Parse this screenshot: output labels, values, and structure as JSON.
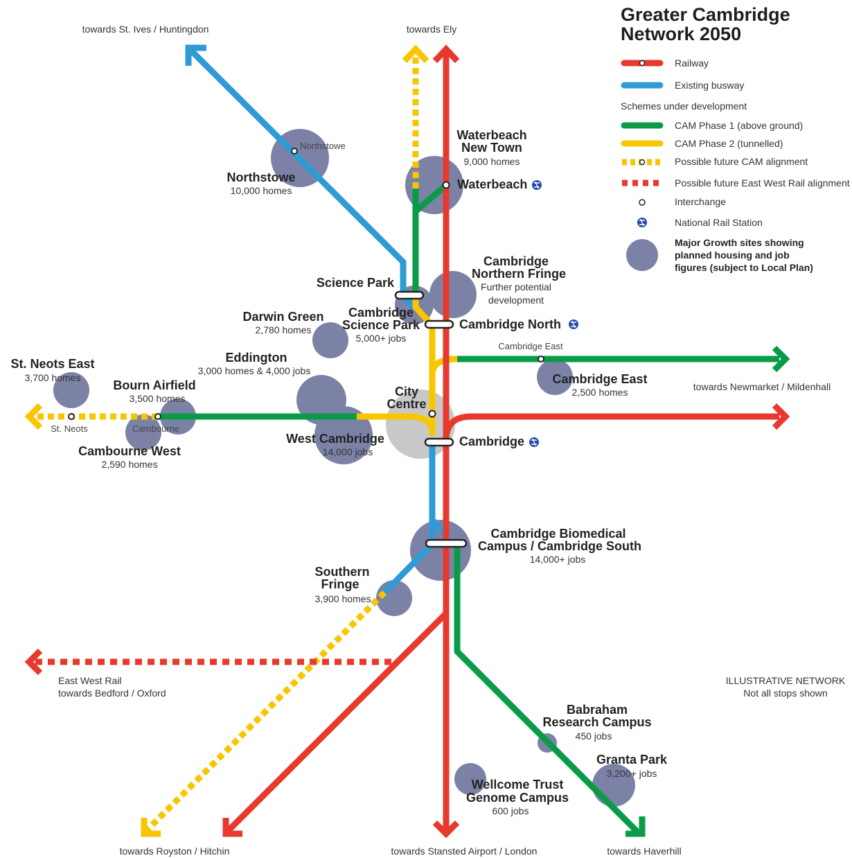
{
  "title": {
    "line1": "Greater Cambridge",
    "line2": "Network 2050"
  },
  "colors": {
    "railway": "#E8392F",
    "busway": "#2E9BD6",
    "cam_phase1": "#0A9B48",
    "cam_phase2": "#F7C600",
    "growth": "#7C82A6",
    "city_centre": "#C8C8C8",
    "rail_icon": "#2348A8"
  },
  "legend": {
    "railway": "Railway",
    "existing_busway": "Existing busway",
    "schemes_heading": "Schemes under development",
    "cam_phase1": "CAM Phase 1 (above ground)",
    "cam_phase2": "CAM Phase 2 (tunnelled)",
    "future_cam": "Possible future CAM alignment",
    "future_ewr": "Possible future East West Rail alignment",
    "interchange": "Interchange",
    "national_rail": "National Rail Station",
    "growth_line1": "Major Growth sites showing",
    "growth_line2": "planned housing and job",
    "growth_line3": "figures (subject to Local Plan)"
  },
  "directions": {
    "st_ives": "towards St. Ives / Huntingdon",
    "ely": "towards Ely",
    "newmarket": "towards Newmarket / Mildenhall",
    "royston": "towards Royston / Hitchin",
    "stansted": "towards Stansted Airport / London",
    "haverhill": "towards Haverhill",
    "ewr_line1": "East West Rail",
    "ewr_line2": "towards Bedford / Oxford"
  },
  "places": {
    "northstowe": {
      "name": "Northstowe",
      "detail": "10,000 homes"
    },
    "waterbeach_new_town": {
      "name1": "Waterbeach",
      "name2": "New Town",
      "detail": "9,000 homes"
    },
    "northern_fringe": {
      "name1": "Cambridge",
      "name2": "Northern Fringe",
      "detail1": "Further potential",
      "detail2": "development"
    },
    "darwin_green": {
      "name": "Darwin Green",
      "detail": "2,780 homes"
    },
    "science_park_site": {
      "name1": "Cambridge",
      "name2": "Science Park",
      "detail": "5,000+ jobs"
    },
    "eddington": {
      "name": "Eddington",
      "detail": "3,000 homes & 4,000 jobs"
    },
    "st_neots_east": {
      "name": "St. Neots East",
      "detail": "3,700 homes"
    },
    "bourn_airfield": {
      "name": "Bourn Airfield",
      "detail": "3,500 homes"
    },
    "cambourne_west": {
      "name": "Cambourne West",
      "detail": "2,590 homes"
    },
    "west_cambridge": {
      "name": "West Cambridge",
      "detail": "14,000 jobs"
    },
    "city_centre": {
      "name1": "City",
      "name2": "Centre"
    },
    "cambridge_east": {
      "name": "Cambridge East",
      "detail": "2,500 homes"
    },
    "biomedical": {
      "name1": "Cambridge Biomedical",
      "name2": "Campus / Cambridge South",
      "detail": "14,000+ jobs"
    },
    "southern_fringe": {
      "name1": "Southern",
      "name2": "Fringe",
      "detail": "3,900 homes"
    },
    "babraham": {
      "name1": "Babraham",
      "name2": "Research Campus",
      "detail": "450 jobs"
    },
    "granta_park": {
      "name": "Granta Park",
      "detail": "3,200+ jobs"
    },
    "wellcome": {
      "name1": "Wellcome Trust",
      "name2": "Genome Campus",
      "detail": "600 jobs"
    }
  },
  "stations": {
    "waterbeach": "Waterbeach",
    "science_park": "Science Park",
    "cambridge_north": "Cambridge North",
    "cambridge": "Cambridge",
    "cambridge_east_stop": "Cambridge East",
    "northstowe_stop": "Northstowe",
    "st_neots": "St. Neots",
    "cambourne": "Cambourne"
  },
  "note": {
    "line1": "ILLUSTRATIVE NETWORK",
    "line2": "Not all stops shown"
  }
}
